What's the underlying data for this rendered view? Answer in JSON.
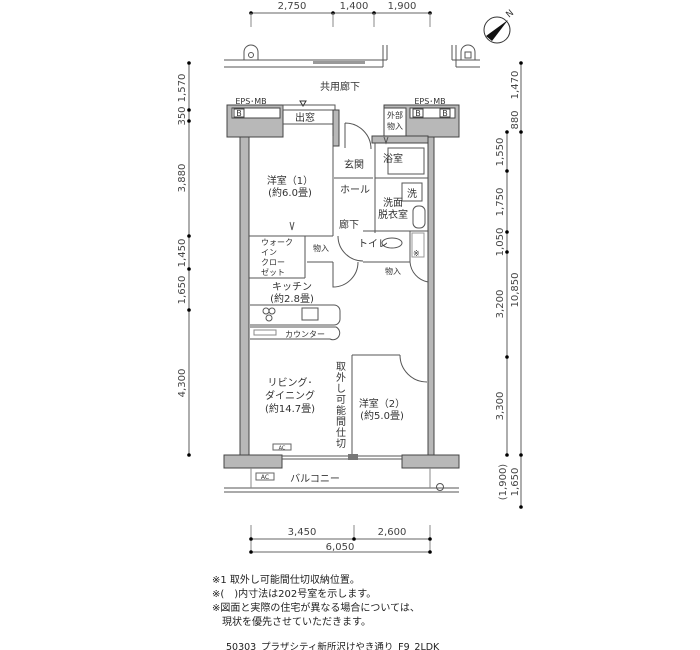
{
  "plan": {
    "corridor_label": "共用廊下",
    "eps_left": "EPS･MB",
    "eps_right": "EPS･MB",
    "meter_box_label": "B",
    "bay_window": "出窓",
    "outdoor_storage": [
      "外部",
      "物入"
    ],
    "entrance": "玄関",
    "hall": "ホール",
    "hallway": "廊下",
    "bath": "浴室",
    "washer": "洗",
    "washroom": [
      "洗面",
      "脱衣室"
    ],
    "toilet": "トイレ",
    "storage_1": "物入",
    "storage_2": "物入",
    "walk_in_closet": [
      "ウォーク",
      "イン",
      "クロー",
      "ゼット"
    ],
    "western_room_1": [
      "洋室（1）",
      "(約6.0畳)"
    ],
    "kitchen": [
      "キッチン",
      "(約2.8畳)"
    ],
    "counter": "カウンター",
    "living_dining": [
      "リビング･",
      "ダイニング",
      "(約14.7畳)"
    ],
    "partition": [
      "取",
      "外",
      "し",
      "可",
      "能",
      "間",
      "仕",
      "切"
    ],
    "western_room_2": [
      "洋室（2）",
      "(約5.0畳)"
    ],
    "balcony": "バルコニー",
    "ac_label": "AC",
    "note_mark": "※",
    "compass": "N"
  },
  "dimensions": {
    "top": [
      "2,750",
      "1,400",
      "1,900"
    ],
    "bottom": [
      "3,450",
      "2,600"
    ],
    "bottom_total": "6,050",
    "left": [
      "1,570",
      "350",
      "3,880",
      "1,450",
      "1,650",
      "4,300"
    ],
    "right_inner": [
      "1,550",
      "1,750",
      "1,050",
      "3,200",
      "3,300"
    ],
    "right_outer": [
      "1,470",
      "880",
      "10,850",
      "1,650"
    ],
    "right_outer_alt": "(1,900)"
  },
  "notes": [
    "※1 取外し可能間仕切収納位置。",
    "※(　)内寸法は202号室を示します。",
    "※図面と実際の住宅が異なる場合については、",
    "　現状を優先させていただきます。"
  ],
  "caption": "50303_プラザシティ新所沢けやき通り_F9_2LDK"
}
